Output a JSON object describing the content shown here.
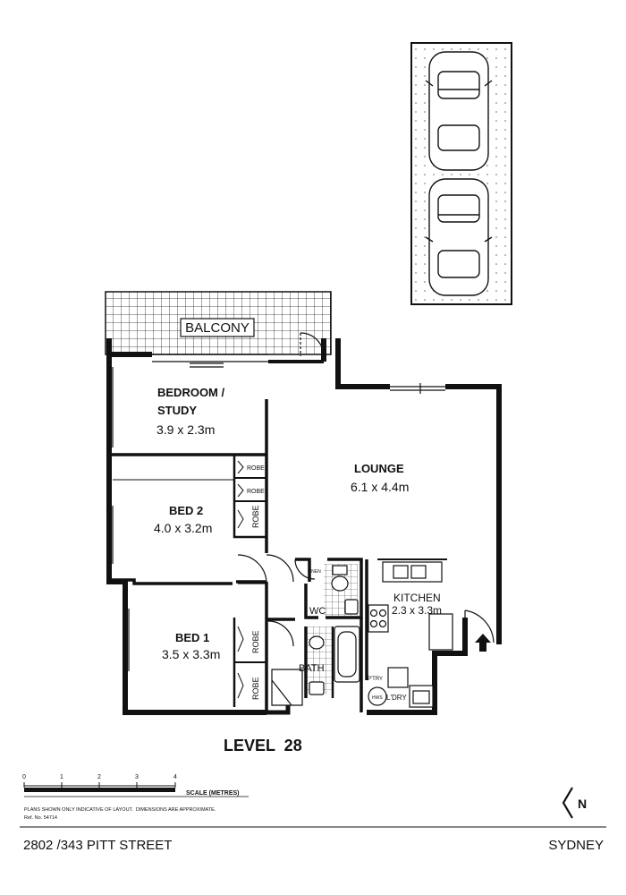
{
  "rooms": {
    "balcony": "BALCONY",
    "bedroom_study_name_1": "BEDROOM /",
    "bedroom_study_name_2": "STUDY",
    "bedroom_study_size": "3.9 x 2.3m",
    "lounge_name": "LOUNGE",
    "lounge_size": "6.1 x 4.4m",
    "bed2_name": "BED 2",
    "bed2_size": "4.0 x 3.2m",
    "bed1_name": "BED 1",
    "bed1_size": "3.5 x 3.3m",
    "kitchen_name": "KITCHEN",
    "kitchen_size": "2.3 x 3.3m",
    "wc": "WC",
    "bath": "BATH",
    "linen": "LINEN",
    "pantry": "P'TRY",
    "laundry": "L'DRY",
    "hws": "HWS",
    "robe": "ROBE"
  },
  "level": "LEVEL  28",
  "scale": {
    "ticks": [
      "0",
      "1",
      "2",
      "3",
      "4"
    ],
    "label": "SCALE (METRES)"
  },
  "disclaimer": "PLANS SHOWN ONLY INDICATIVE OF LAYOUT.  DIMENSIONS ARE APPROXIMATE.",
  "ref": "Ref. No. 54714",
  "address": "2802 /343 PITT STREET",
  "city": "SYDNEY",
  "north_label": "N",
  "colors": {
    "wall": "#111111",
    "hatch": "#222222",
    "background": "#ffffff"
  }
}
